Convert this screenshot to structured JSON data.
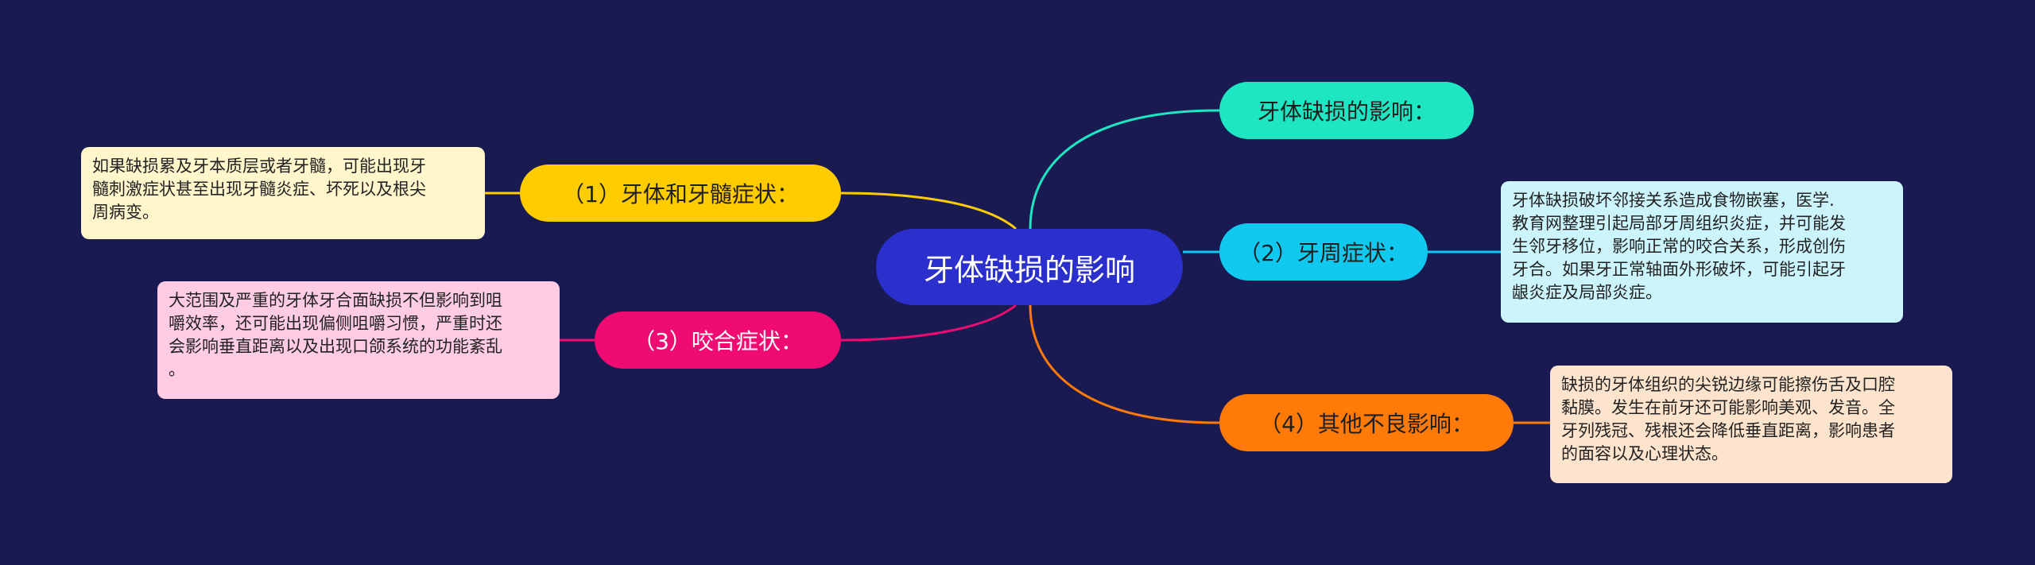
{
  "background_color": "#191a52",
  "root": {
    "label": "牙体缺损的影响",
    "color": "#2b2fcb"
  },
  "branches": {
    "effects_title": {
      "label": "牙体缺损的影响：",
      "color": "#1ee6c2"
    },
    "periodontal": {
      "label": "（2）牙周症状：",
      "color": "#11c9ee",
      "detail": "牙体缺损破坏邻接关系造成食物嵌塞，医学.\n教育网整理引起局部牙周组织炎症，并可能发\n生邻牙移位，影响正常的咬合关系，形成创伤\n牙合。如果牙正常轴面外形破坏，可能引起牙\n龈炎症及局部炎症。"
    },
    "other": {
      "label": "（4）其他不良影响：",
      "color": "#ff7a07",
      "detail": "缺损的牙体组织的尖锐边缘可能擦伤舌及口腔\n黏膜。发生在前牙还可能影响美观、发音。全\n牙列残冠、残根还会降低垂直距离，影响患者\n的面容以及心理状态。"
    },
    "pulp": {
      "label": "（1）牙体和牙髓症状：",
      "color": "#ffcc00",
      "detail": "如果缺损累及牙本质层或者牙髓，可能出现牙\n髓刺激症状甚至出现牙髓炎症、坏死以及根尖\n周病变。"
    },
    "occlusal": {
      "label": "（3）咬合症状：",
      "color": "#ef0b71",
      "detail": "大范围及严重的牙体牙合面缺损不但影响到咀\n嚼效率，还可能出现偏侧咀嚼习惯，严重时还\n会影响垂直距离以及出现口颌系统的功能紊乱\n。"
    }
  }
}
